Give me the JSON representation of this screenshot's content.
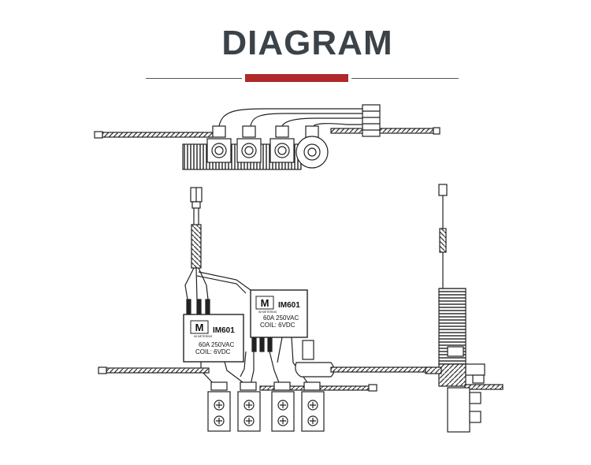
{
  "header": {
    "title": "DIAGRAM",
    "accent_color": "#b0282a"
  },
  "relays": [
    {
      "model": "IM601",
      "rating": "60A  250VAC",
      "coil": "COIL:   6VDC",
      "brand": "IM METERING"
    },
    {
      "model": "IM601",
      "rating": "60A  250VAC",
      "coil": "COIL:   6VDC",
      "brand": "IM METERING"
    }
  ]
}
